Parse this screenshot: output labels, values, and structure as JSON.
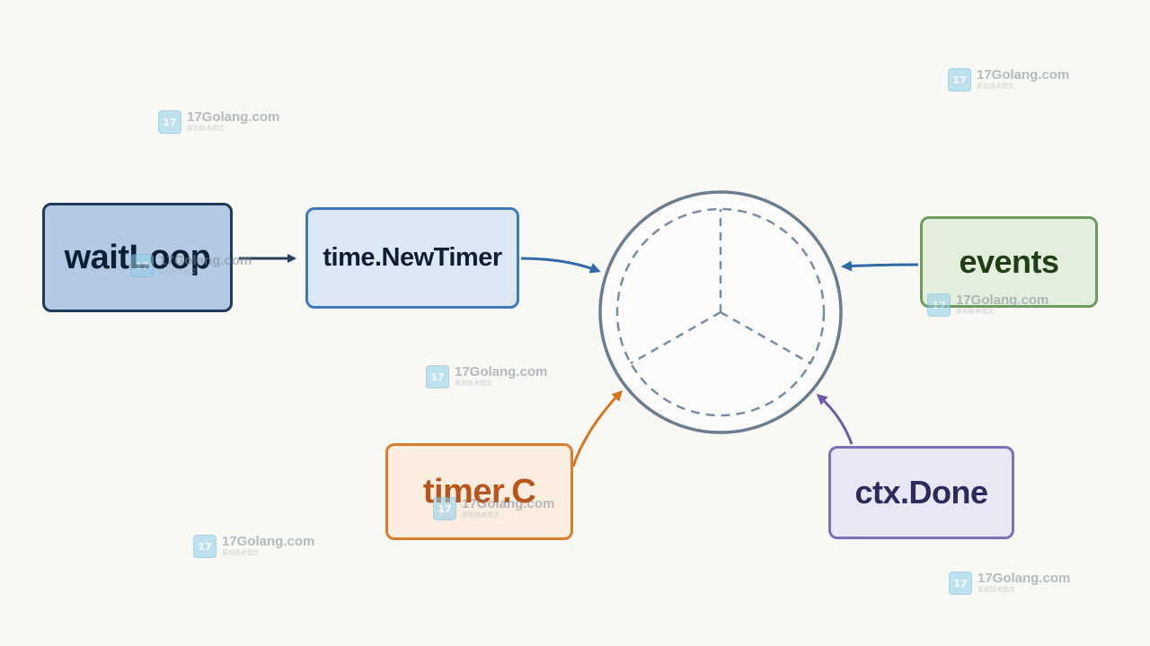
{
  "diagram": {
    "nodes": {
      "waitloop": {
        "label": "waitLoop",
        "fill": "#b4c9e3",
        "border": "#1f3a5c"
      },
      "newtimer": {
        "label": "time.NewTimer",
        "fill": "#dde8f5",
        "border": "#3f79b8"
      },
      "events": {
        "label": "events",
        "fill": "#e4eedc",
        "border": "#6f9a5e"
      },
      "timerc": {
        "label": "timer.C",
        "fill": "#fbeee0",
        "border": "#dc7d2c",
        "text": "#b9541a"
      },
      "ctxdone": {
        "label": "ctx.Done",
        "fill": "#e9e6f6",
        "border": "#7f6fb7"
      }
    },
    "hub": {
      "stroke": "#6b7d8f",
      "dash_stroke": "#7a8ca0",
      "fill": "#fbfbf9"
    },
    "arrows": {
      "waitloop_to_newtimer": "#2b3f56",
      "newtimer_to_hub": "#2f6aa9",
      "events_to_hub": "#2f6aa9",
      "timerc_to_hub": "#d8741e",
      "ctxdone_to_hub": "#6d5ba8"
    }
  },
  "watermarks": [
    {
      "logo": "17",
      "title": "17Golang.com",
      "subtitle": "原创技术图文"
    },
    {
      "logo": "17",
      "title": "17Golang.com",
      "subtitle": "原创技术图文"
    },
    {
      "logo": "17",
      "title": "17Golang.com",
      "subtitle": "原创技术图文"
    },
    {
      "logo": "17",
      "title": "17Golang.com",
      "subtitle": "原创技术图文"
    },
    {
      "logo": "17",
      "title": "17Golang.com",
      "subtitle": "原创技术图文"
    },
    {
      "logo": "17",
      "title": "17Golang.com",
      "subtitle": "原创技术图文"
    },
    {
      "logo": "17",
      "title": "17Golang.com",
      "subtitle": "原创技术图文"
    },
    {
      "logo": "17",
      "title": "17Golang.com",
      "subtitle": "原创技术图文"
    }
  ]
}
